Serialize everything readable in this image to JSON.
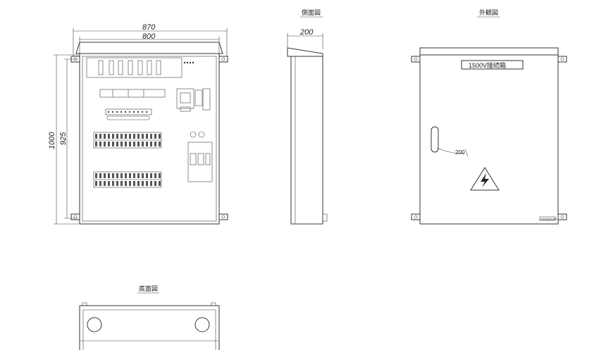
{
  "views": {
    "front": {
      "dim_outer_width": "870",
      "dim_inner_width": "800",
      "dim_total_height": "1000",
      "dim_mount_height": "925"
    },
    "side": {
      "title": "側面図",
      "dim_depth": "200"
    },
    "exterior": {
      "title": "外観図",
      "nameplate": "1500V接続箱",
      "handle_dim": "200",
      "maker_label": "KAWAMURA"
    },
    "bottom": {
      "title": "底面図"
    }
  },
  "colors": {
    "line": "#333333",
    "background": "#ffffff"
  },
  "icons": {
    "warning": "high-voltage-warning-icon"
  }
}
